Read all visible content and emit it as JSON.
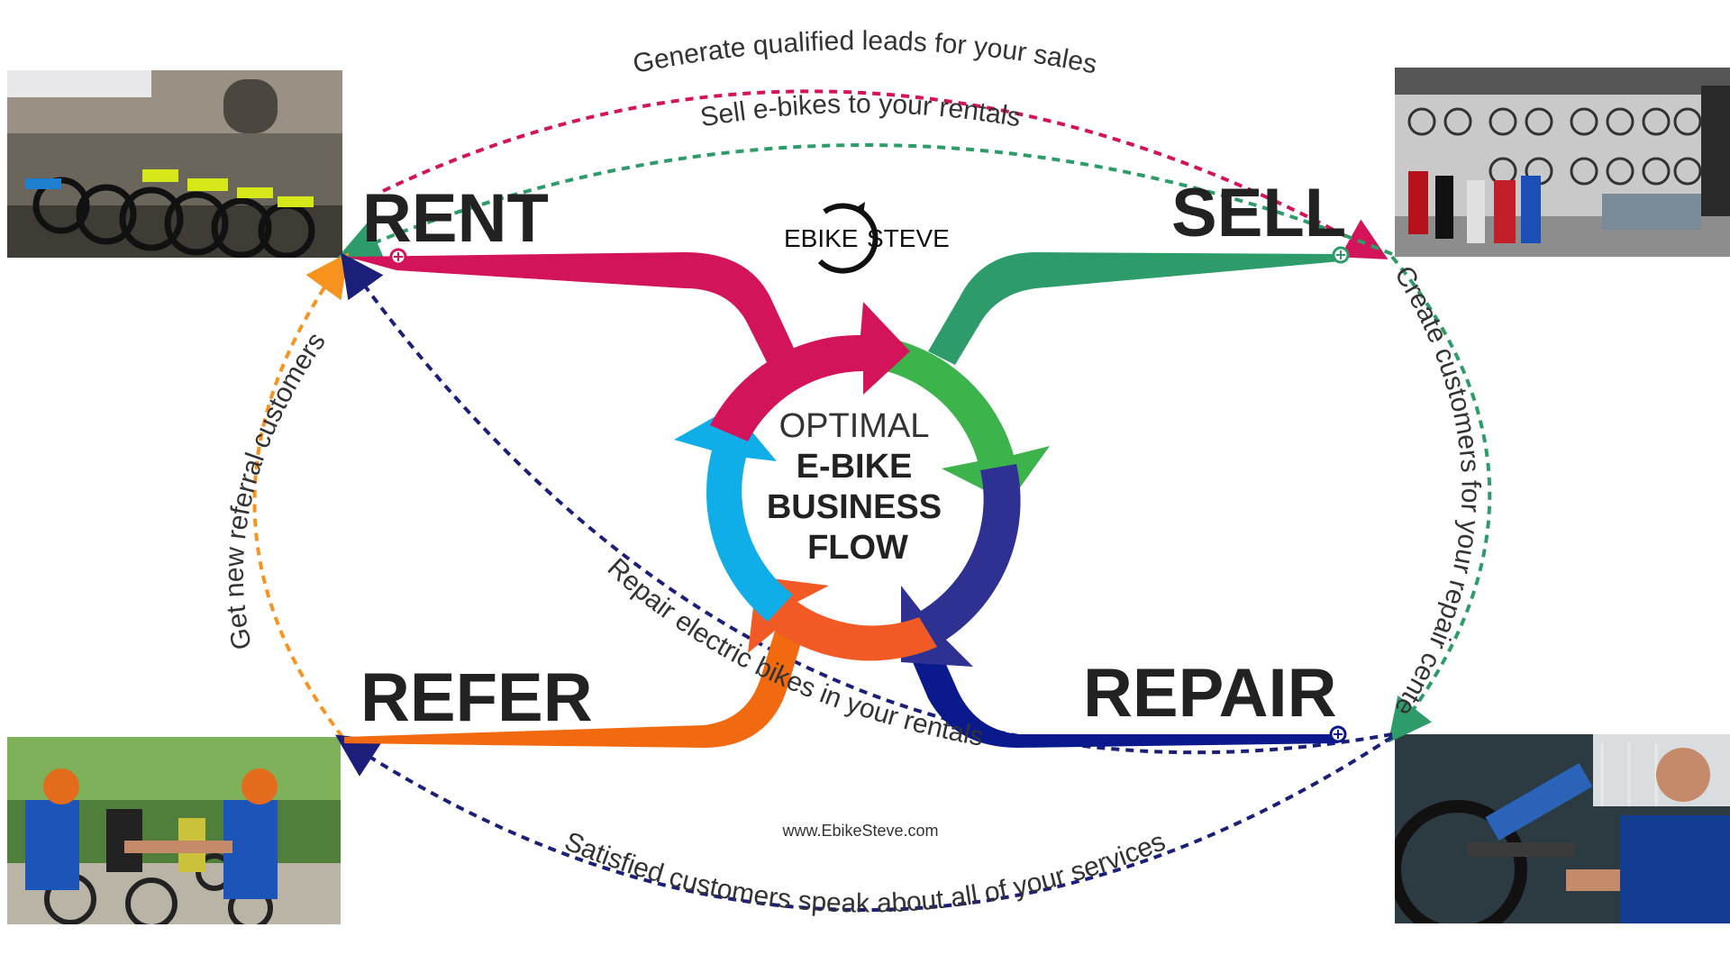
{
  "center": {
    "title_line1": "OPTIMAL",
    "title_line2": "E-BIKE",
    "title_line3": "BUSINESS",
    "title_line4": "FLOW"
  },
  "logo": {
    "brand_bold": "EBIKE",
    "brand_light": "STEVE"
  },
  "stages": {
    "rent": "RENT",
    "sell": "SELL",
    "repair": "REPAIR",
    "refer": "REFER"
  },
  "arcs": {
    "top_outer": "Generate qualified leads for your sales",
    "top_inner": "Sell e-bikes to your rentals",
    "right": "Create customers for your repair cente",
    "left": "Get new referral customers",
    "middle": "Repair electric bikes in your rentals",
    "bottom": "Satisfied customers speak about all of your services"
  },
  "website": "www.EbikeSteve.com",
  "photos": {
    "rent": "rental-bikes-photo",
    "sell": "bike-shop-photo",
    "refer": "group-riders-photo",
    "repair": "mechanic-photo"
  },
  "colors": {
    "rent": "#d4145a",
    "sell": "#2e9c6a",
    "repair": "#0a1a8c",
    "refer": "#f26a10",
    "cycle_green": "#3cb44b",
    "cycle_blue": "#10aee8",
    "cycle_navy": "#2e3192",
    "cycle_orange": "#f15a24",
    "arc_orange": "#f7931e",
    "arc_navy": "#1b1f7a"
  }
}
